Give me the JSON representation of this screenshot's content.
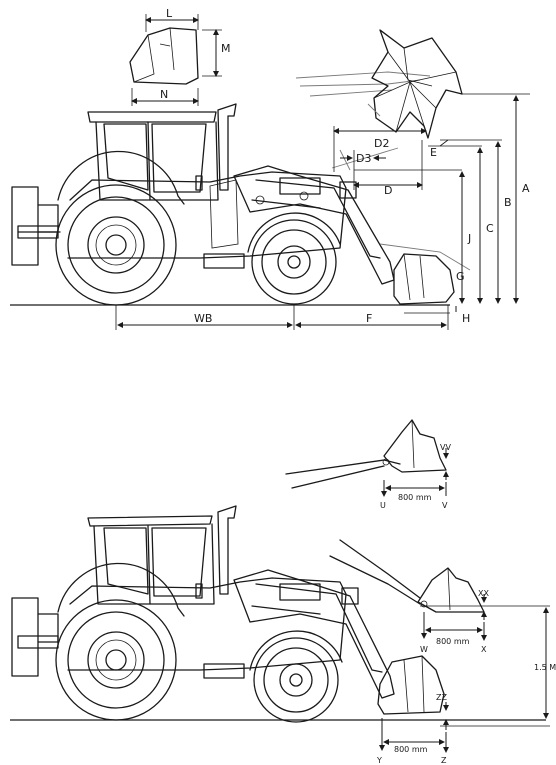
{
  "top_view": {
    "labels": {
      "L": "L",
      "M": "M",
      "N": "N",
      "A": "A",
      "B": "B",
      "C": "C",
      "J": "J",
      "D": "D",
      "D2": "D2",
      "D3": "D3",
      "E": "E",
      "G": "G",
      "H": "H",
      "WB": "WB",
      "F": "F"
    }
  },
  "bottom_view": {
    "labels": {
      "VV": "VV",
      "U": "U",
      "V": "V",
      "XX": "XX",
      "W": "W",
      "X": "X",
      "ZZ": "ZZ",
      "Y": "Y",
      "Z": "Z",
      "dist_upper": "800 mm",
      "dist_middle": "800 mm",
      "dist_lower": "800 mm",
      "height": "1.5 M"
    }
  },
  "colors": {
    "line": "#1a1a1a",
    "faint": "#7a7a7a",
    "background": "#ffffff"
  }
}
